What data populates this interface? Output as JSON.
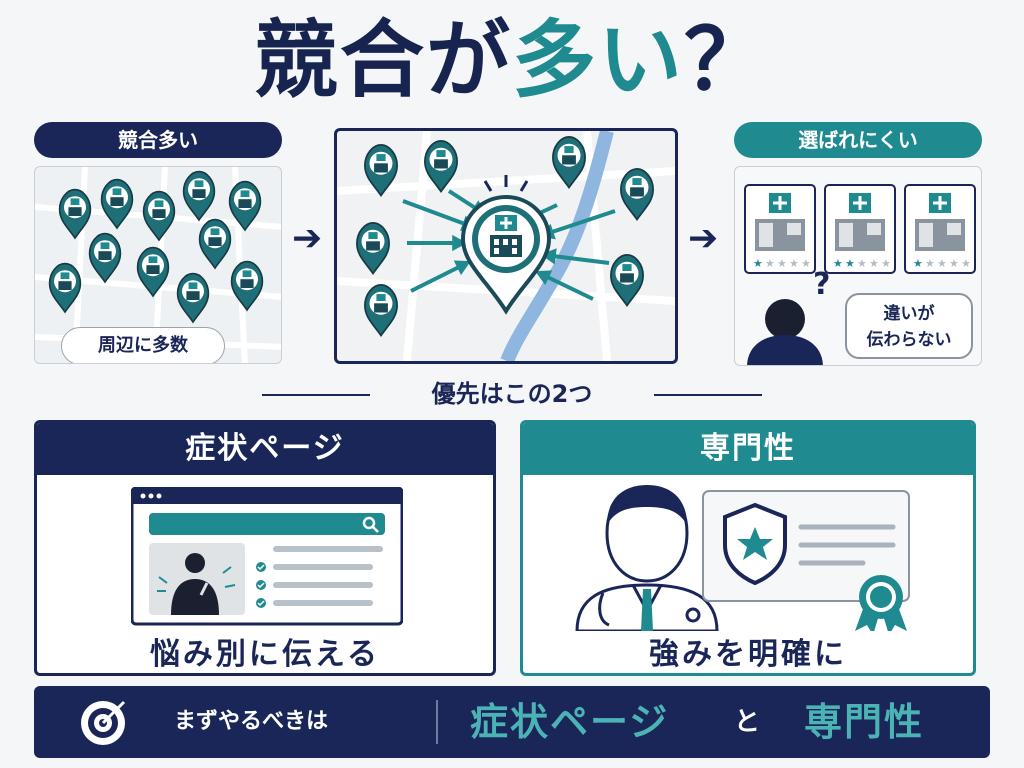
{
  "title": {
    "part1": "競合が",
    "part2": "多い",
    "part3": "？"
  },
  "left_panel": {
    "label": "競合多い",
    "badge": "周辺に多数"
  },
  "right_panel": {
    "label": "選ばれにくい",
    "bubble_line1": "違いが",
    "bubble_line2": "伝わらない",
    "question_mark": "?"
  },
  "divider": {
    "label": "優先はこの2つ"
  },
  "card_symptom": {
    "header": "症状ページ",
    "footer": "悩み別に伝える"
  },
  "card_expertise": {
    "header": "専門性",
    "footer": "強みを明確に"
  },
  "banner": {
    "lead": "まずやるべきは",
    "keyword1": "症状ページ",
    "conjunction": "と",
    "keyword2": "専門性"
  },
  "clinic_ratings": [
    1,
    2,
    1
  ],
  "colors": {
    "navy": "#1a2657",
    "teal": "#1f8a90",
    "teal_light": "#4bb2b5",
    "background": "#f4f6f7"
  },
  "icons": [
    "map-pin-clinic-icon",
    "arrow-right-icon",
    "clinic-building-icon",
    "star-icon",
    "person-icon",
    "speech-bubble-icon",
    "search-icon",
    "checkbox-icon",
    "doctor-icon",
    "shield-star-icon",
    "award-ribbon-icon",
    "target-icon"
  ]
}
